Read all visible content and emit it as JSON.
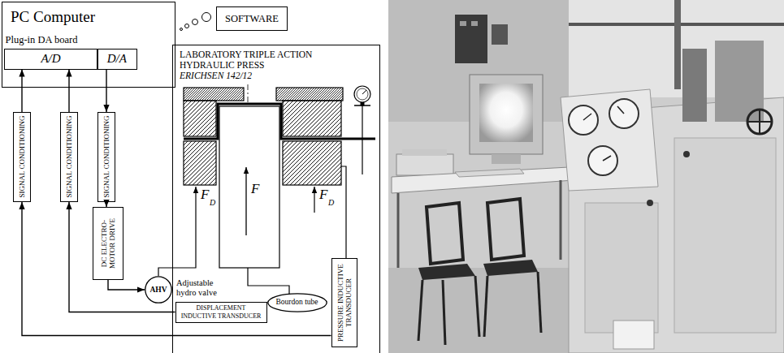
{
  "diagram": {
    "nodes": [
      {
        "text": [
          "PC Computer"
        ]
      },
      {
        "text": [
          "Plug-in DA board"
        ],
        "in": 0
      },
      {
        "text": [
          "A/D"
        ],
        "in": 1
      },
      {
        "text": [
          "D/A"
        ],
        "in": 1
      },
      {
        "text": [
          "SOFTWARE"
        ]
      },
      {
        "text": [
          "SIGNAL CONDITIONING"
        ]
      },
      {
        "text": [
          "SIGNAL CONDITIONING"
        ]
      },
      {
        "text": [
          "SIGNAL CONDITIONING"
        ]
      },
      {
        "text": [
          "DC ELECTRO- MOTOR DRIVE"
        ]
      },
      {
        "text": [
          "LABORATORY TRIPLE ACTION HYDRAULIC PRESS",
          "ERICHSEN 142/12"
        ]
      },
      {
        "text": [
          "AHV"
        ]
      },
      {
        "text": [
          "Bourdon tube"
        ],
        "in": 9
      },
      {
        "text": [
          "DISPLACEMENT INDUCTIVE TRANSDUCER"
        ],
        "in": 9
      },
      {
        "text": [
          "PRESSURE INDUCTIVE TRANSDUCER"
        ],
        "in": 9
      }
    ],
    "edges": [
      {
        "from": 5,
        "to": 2,
        "arrow": "to"
      },
      {
        "from": 6,
        "to": 2,
        "arrow": "to"
      },
      {
        "from": 3,
        "to": 7,
        "arrow": "to"
      },
      {
        "from": 7,
        "to": 8,
        "arrow": "to"
      },
      {
        "from": 8,
        "to": 10,
        "arrow": "to"
      },
      {
        "from": 12,
        "to": 6,
        "arrow": "to"
      },
      {
        "from": 13,
        "to": 5,
        "arrow": "to"
      }
    ],
    "labels": [
      "Adjustable hydro valve",
      "F",
      "F",
      "D",
      "F",
      "D"
    ]
  }
}
